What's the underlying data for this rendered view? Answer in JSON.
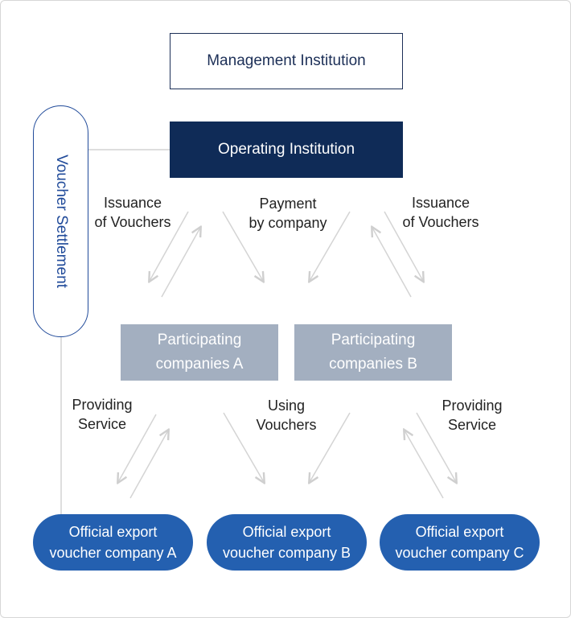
{
  "nodes": {
    "management": "Management Institution",
    "operating": "Operating Institution",
    "voucher_settlement": "Voucher Settlement",
    "participating_a": [
      "Participating",
      "companies A"
    ],
    "participating_b": [
      "Participating",
      "companies B"
    ],
    "official_a": [
      "Official export",
      "voucher company A"
    ],
    "official_b": [
      "Official export",
      "voucher company B"
    ],
    "official_c": [
      "Official export",
      "voucher company C"
    ]
  },
  "edge_labels": {
    "issuance_left": [
      "Issuance",
      "of Vouchers"
    ],
    "payment": [
      "Payment",
      "by company"
    ],
    "issuance_right": [
      "Issuance",
      "of Vouchers"
    ],
    "providing_left": [
      "Providing",
      "Service"
    ],
    "using": [
      "Using",
      "Vouchers"
    ],
    "providing_right": [
      "Providing",
      "Service"
    ]
  },
  "colors": {
    "navy": "#0f2b57",
    "blue": "#2460b0",
    "gray_box": "#a3afc0",
    "arrow": "#d4d4d4"
  }
}
